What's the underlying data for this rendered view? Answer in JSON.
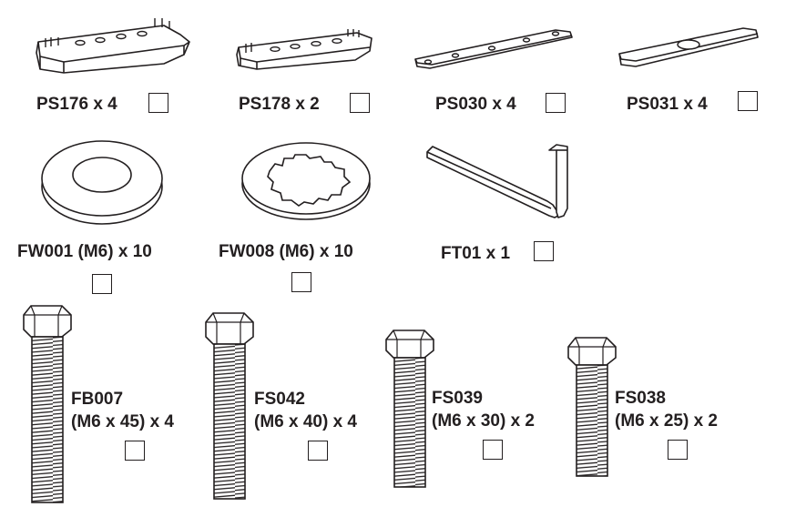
{
  "parts": {
    "ps176": {
      "label": "PS176 x 4"
    },
    "ps178": {
      "label": "PS178 x 2"
    },
    "ps030": {
      "label": "PS030 x 4"
    },
    "ps031": {
      "label": "PS031 x 4"
    },
    "fw001": {
      "label": "FW001 (M6) x 10"
    },
    "fw008": {
      "label": "FW008 (M6) x 10"
    },
    "ft01": {
      "label": "FT01 x 1"
    },
    "fb007": {
      "code": "FB007",
      "spec": "(M6 x 45) x 4"
    },
    "fs042": {
      "code": "FS042",
      "spec": "(M6 x 40) x 4"
    },
    "fs039": {
      "code": "FS039",
      "spec": "(M6 x 30) x 2"
    },
    "fs038": {
      "code": "FS038",
      "spec": "(M6 x 25) x 2"
    }
  }
}
